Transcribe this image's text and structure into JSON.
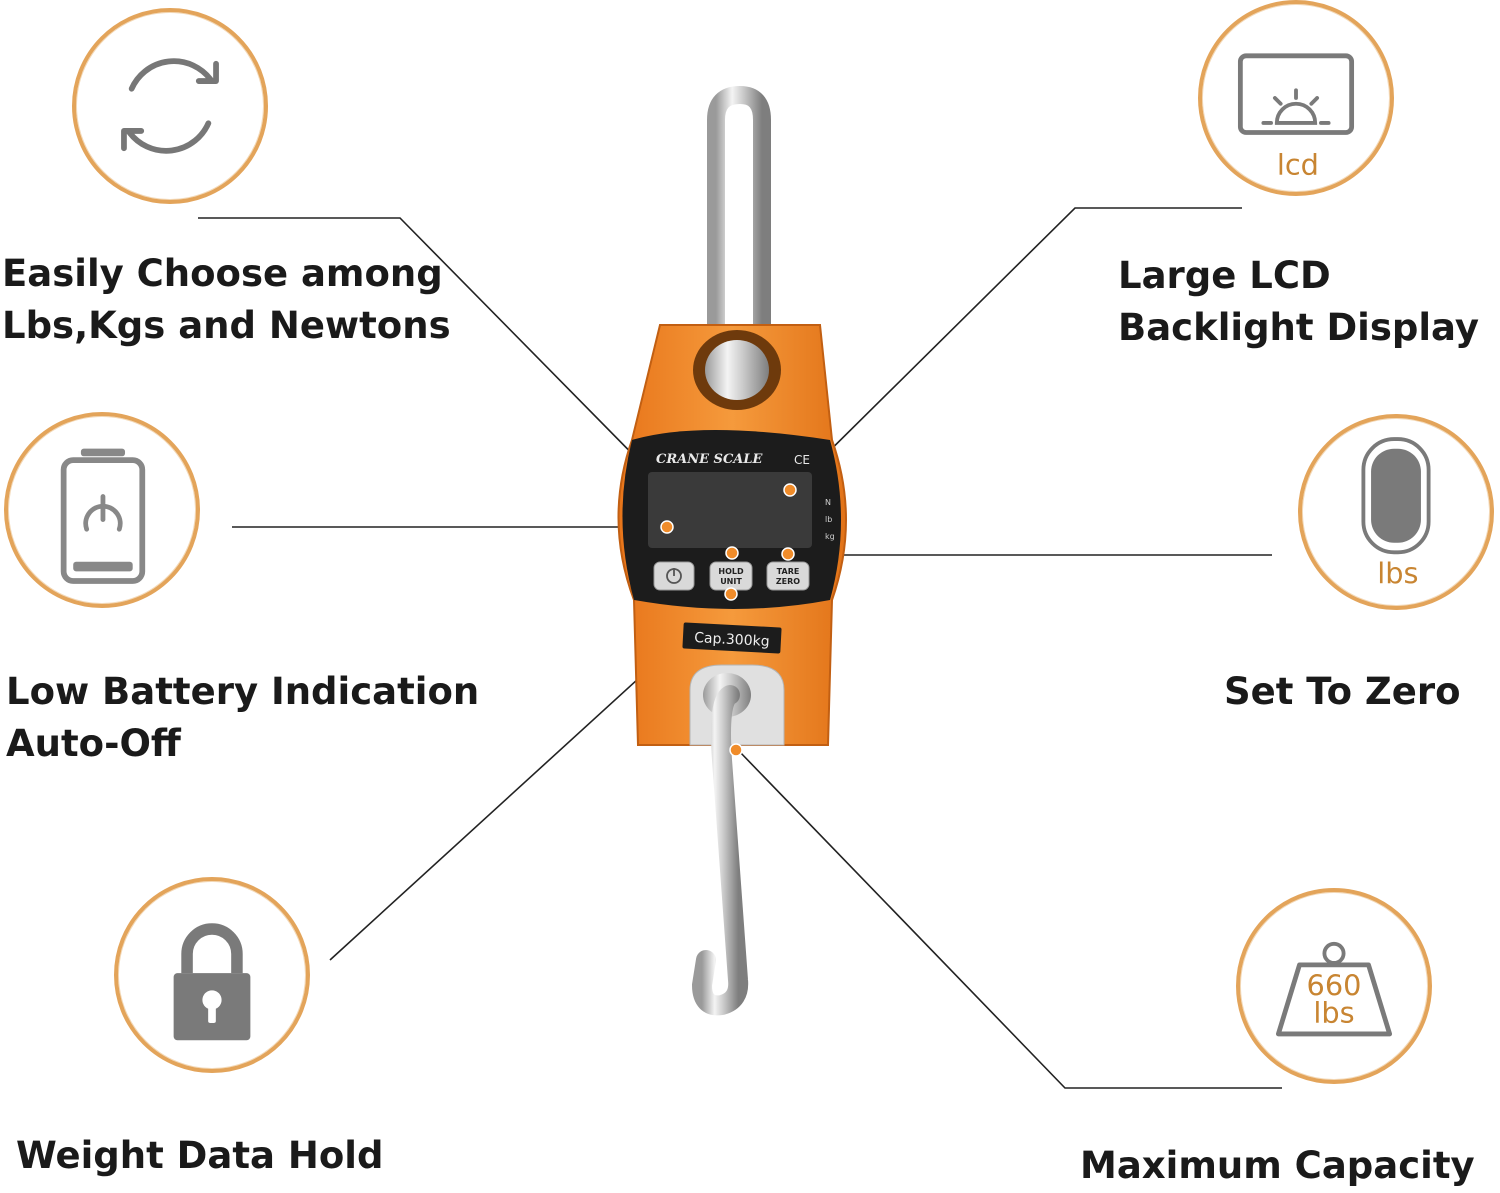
{
  "features": {
    "units": {
      "line1": "Easily Choose among",
      "line2": "Lbs,Kgs and Newtons"
    },
    "battery": {
      "line1": "Low Battery Indication",
      "line2": "Auto-Off"
    },
    "hold": {
      "line1": "Weight Data Hold"
    },
    "lcd": {
      "line1": "Large LCD",
      "line2": "Backlight Display"
    },
    "zero": {
      "line1": "Set To Zero"
    },
    "capacity": {
      "line1": "Maximum Capacity"
    }
  },
  "icons": {
    "lcd_caption": "lcd",
    "zero_caption": "lbs",
    "capacity_value": "660",
    "capacity_unit": "lbs"
  },
  "scale": {
    "brand": "CRANE  SCALE",
    "ce_mark": "CE",
    "unit_indicators": [
      "N",
      "lb",
      "kg"
    ],
    "hold_line1": "HOLD",
    "hold_line2": "UNIT",
    "tare_line1": "TARE",
    "tare_line2": "ZERO",
    "capacity": "Cap.300kg"
  },
  "colors": {
    "accent_ring": "#e3a45a",
    "scale_body": "#f08c2a",
    "callout_dot": "#f08c2a"
  }
}
